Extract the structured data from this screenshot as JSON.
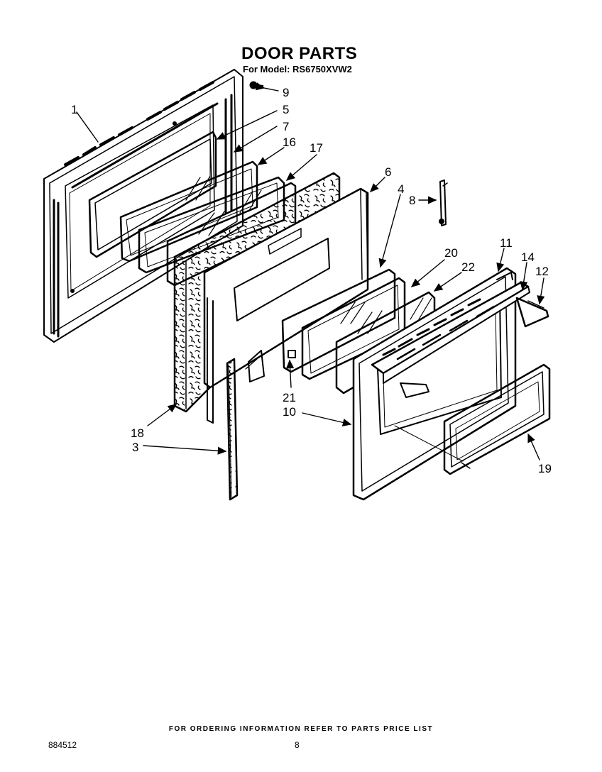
{
  "header": {
    "title": "DOOR PARTS",
    "model_line": "For Model: RS6750XVW2"
  },
  "callouts": {
    "c1": "1",
    "c3": "3",
    "c4": "4",
    "c5": "5",
    "c6": "6",
    "c7": "7",
    "c8": "8",
    "c9": "9",
    "c10": "10",
    "c11": "11",
    "c12": "12",
    "c14": "14",
    "c16": "16",
    "c17": "17",
    "c18": "18",
    "c19": "19",
    "c20": "20",
    "c21": "21",
    "c22": "22"
  },
  "footer": {
    "ordering_note": "FOR ORDERING INFORMATION REFER TO PARTS PRICE LIST",
    "doc_number": "884512",
    "page_number": "8"
  }
}
